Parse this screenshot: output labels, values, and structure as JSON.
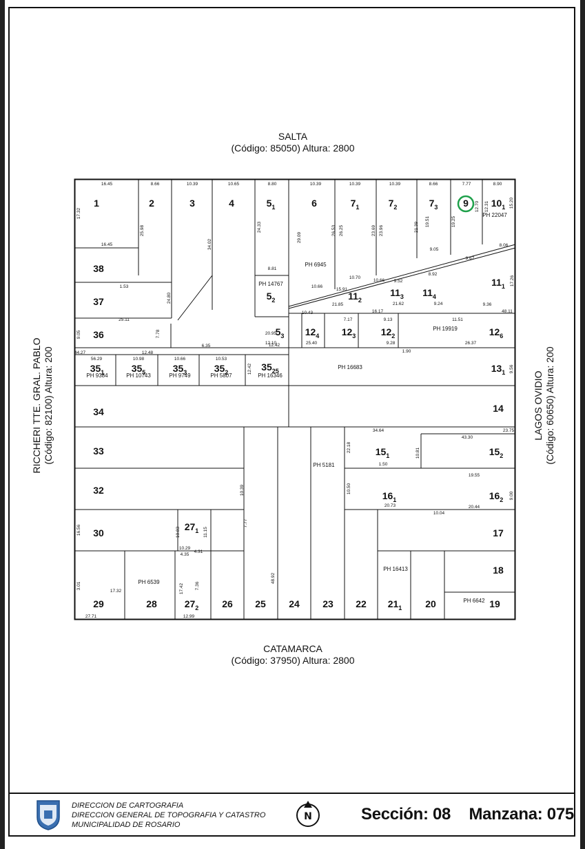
{
  "streets": {
    "top": {
      "name": "SALTA",
      "info": "(Código: 85050) Altura: 2800"
    },
    "bottom": {
      "name": "CATAMARCA",
      "info": "(Código: 37950) Altura: 2800"
    },
    "left": {
      "name": "RICCHERI TTE. GRAL. PABLO",
      "info": "(Código: 82100) Altura: 200"
    },
    "right": {
      "name": "LAGOS OVIDIO",
      "info": "(Código: 60650) Altura: 200"
    }
  },
  "highlight_color": "#1ea04a",
  "highlighted_lot": "9",
  "lots": [
    {
      "label": "1",
      "sub": ""
    },
    {
      "label": "2",
      "sub": ""
    },
    {
      "label": "3",
      "sub": ""
    },
    {
      "label": "4",
      "sub": ""
    },
    {
      "label": "5",
      "sub": "1"
    },
    {
      "label": "6",
      "sub": ""
    },
    {
      "label": "7",
      "sub": "1"
    },
    {
      "label": "7",
      "sub": "2"
    },
    {
      "label": "7",
      "sub": "3"
    },
    {
      "label": "9",
      "sub": ""
    },
    {
      "label": "10",
      "sub": "1"
    },
    {
      "label": "38",
      "sub": ""
    },
    {
      "label": "37",
      "sub": ""
    },
    {
      "label": "36",
      "sub": ""
    },
    {
      "label": "5",
      "sub": "2"
    },
    {
      "label": "5",
      "sub": "3"
    },
    {
      "label": "11",
      "sub": "2"
    },
    {
      "label": "11",
      "sub": "3"
    },
    {
      "label": "11",
      "sub": "4"
    },
    {
      "label": "11",
      "sub": "1"
    },
    {
      "label": "12",
      "sub": "4"
    },
    {
      "label": "12",
      "sub": "3"
    },
    {
      "label": "12",
      "sub": "2"
    },
    {
      "label": "12",
      "sub": "6"
    },
    {
      "label": "35",
      "sub": "1"
    },
    {
      "label": "35",
      "sub": "5"
    },
    {
      "label": "35",
      "sub": "3"
    },
    {
      "label": "35",
      "sub": "2"
    },
    {
      "label": "35",
      "sub": "25"
    },
    {
      "label": "13",
      "sub": "1"
    },
    {
      "label": "34",
      "sub": ""
    },
    {
      "label": "14",
      "sub": ""
    },
    {
      "label": "33",
      "sub": ""
    },
    {
      "label": "32",
      "sub": ""
    },
    {
      "label": "15",
      "sub": "1"
    },
    {
      "label": "15",
      "sub": "2"
    },
    {
      "label": "16",
      "sub": "1"
    },
    {
      "label": "16",
      "sub": "2"
    },
    {
      "label": "30",
      "sub": ""
    },
    {
      "label": "27",
      "sub": "1"
    },
    {
      "label": "17",
      "sub": ""
    },
    {
      "label": "18",
      "sub": ""
    },
    {
      "label": "29",
      "sub": ""
    },
    {
      "label": "28",
      "sub": ""
    },
    {
      "label": "27",
      "sub": "2"
    },
    {
      "label": "26",
      "sub": ""
    },
    {
      "label": "25",
      "sub": ""
    },
    {
      "label": "24",
      "sub": ""
    },
    {
      "label": "23",
      "sub": ""
    },
    {
      "label": "22",
      "sub": ""
    },
    {
      "label": "21",
      "sub": "1"
    },
    {
      "label": "20",
      "sub": ""
    },
    {
      "label": "19",
      "sub": ""
    }
  ],
  "ph": [
    "PH 22047",
    "PH 6945",
    "PH 14767",
    "PH 19919",
    "PH 16683",
    "PH 9384",
    "PH 10743",
    "PH 9749",
    "PH 5807",
    "PH 16346",
    "PH 5181",
    "PH 16413",
    "PH 6539",
    "PH 6642"
  ],
  "dims": [
    "16.45",
    "8.66",
    "10.39",
    "10.65",
    "8.80",
    "10.39",
    "10.39",
    "10.39",
    "8.66",
    "7.77",
    "8.90",
    "17.32",
    "25.98",
    "34.02",
    "24.33",
    "29.09",
    "26.53",
    "26.25",
    "23.69",
    "23.96",
    "21.39",
    "19.51",
    "19.25",
    "12.70",
    "12.31",
    "15.20",
    "8.06",
    "16.45",
    "8.81",
    "10.66",
    "10.70",
    "10.66",
    "9.52",
    "8.92",
    "9.05",
    "9.67",
    "17.26",
    "15.91",
    "21.85",
    "21.62",
    "9.24",
    "9.36",
    "16.17",
    "48.11",
    "1.53",
    "25.11",
    "24.80",
    "9.05",
    "7.78",
    "6.35",
    "20.95",
    "12.42",
    "10.43",
    "7.17",
    "9.13",
    "11.51",
    "26.37",
    "25.40",
    "9.28",
    "12.48",
    "44.27",
    "1.90",
    "56.29",
    "10.98",
    "10.66",
    "10.53",
    "12.10",
    "12.42",
    "9.56",
    "10.04",
    "34.64",
    "43.30",
    "23.75",
    "1.50",
    "19.55",
    "20.44",
    "20.73",
    "22.18",
    "10.50",
    "10.81",
    "9.00",
    "7.77",
    "48.92",
    "27.71",
    "12.99",
    "7.36",
    "17.42",
    "16.56",
    "10.39",
    "10.83",
    "11.15",
    "10.29",
    "4.35",
    "4.31",
    "3.01",
    "17.32",
    "8.66"
  ],
  "footer": {
    "agency": [
      "DIRECCION DE CARTOGRAFIA",
      "DIRECCION GENERAL DE TOPOGRAFIA Y CATASTRO",
      "MUNICIPALIDAD DE ROSARIO"
    ],
    "seccion": "Sección: 08",
    "manzana": "Manzana: 075"
  }
}
